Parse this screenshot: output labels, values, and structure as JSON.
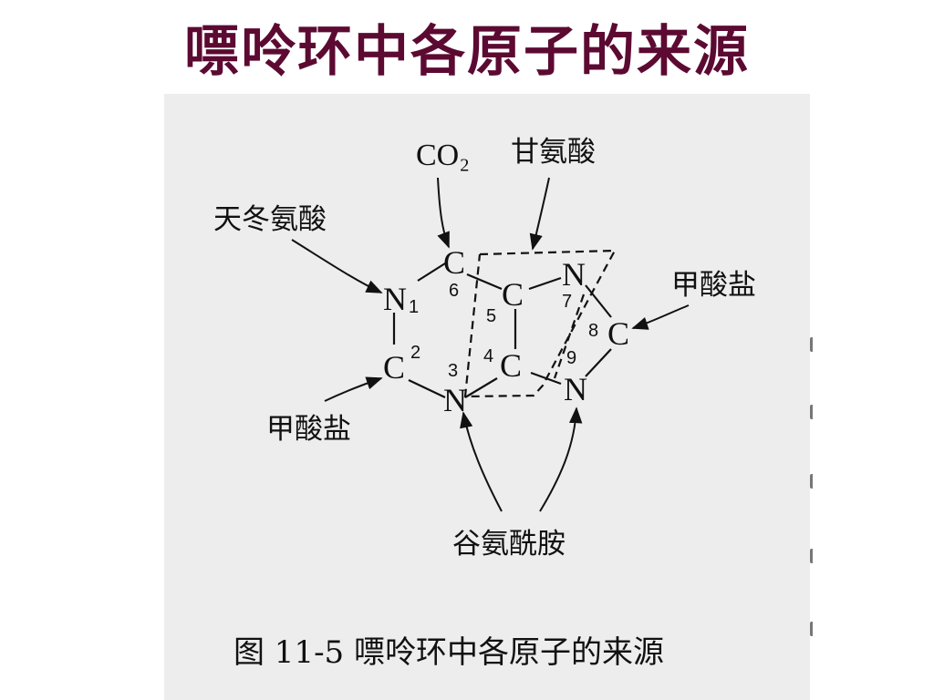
{
  "slide": {
    "title": "嘌呤环中各原子的来源"
  },
  "figure": {
    "caption": "图 11-5   嘌呤环中各原子的来源",
    "atoms": {
      "n1": "N",
      "c2": "C",
      "n3": "N",
      "c4": "C",
      "c5": "C",
      "c6": "C",
      "n7": "N",
      "c8": "C",
      "n9": "N"
    },
    "subscript_n1": "1",
    "numbers": {
      "p2": "2",
      "p3": "3",
      "p4": "4",
      "p5": "5",
      "p6": "6",
      "p7": "7",
      "p8": "8",
      "p9": "9"
    },
    "sources": {
      "co2": "CO₂",
      "glycine": "甘氨酸",
      "aspartate": "天冬氨酸",
      "formate_right": "甲酸盐",
      "formate_left": "甲酸盐",
      "glutamine": "谷氨酰胺"
    }
  },
  "colors": {
    "title": "#5c0a32",
    "panel": "#ededed",
    "ink": "#111111"
  }
}
